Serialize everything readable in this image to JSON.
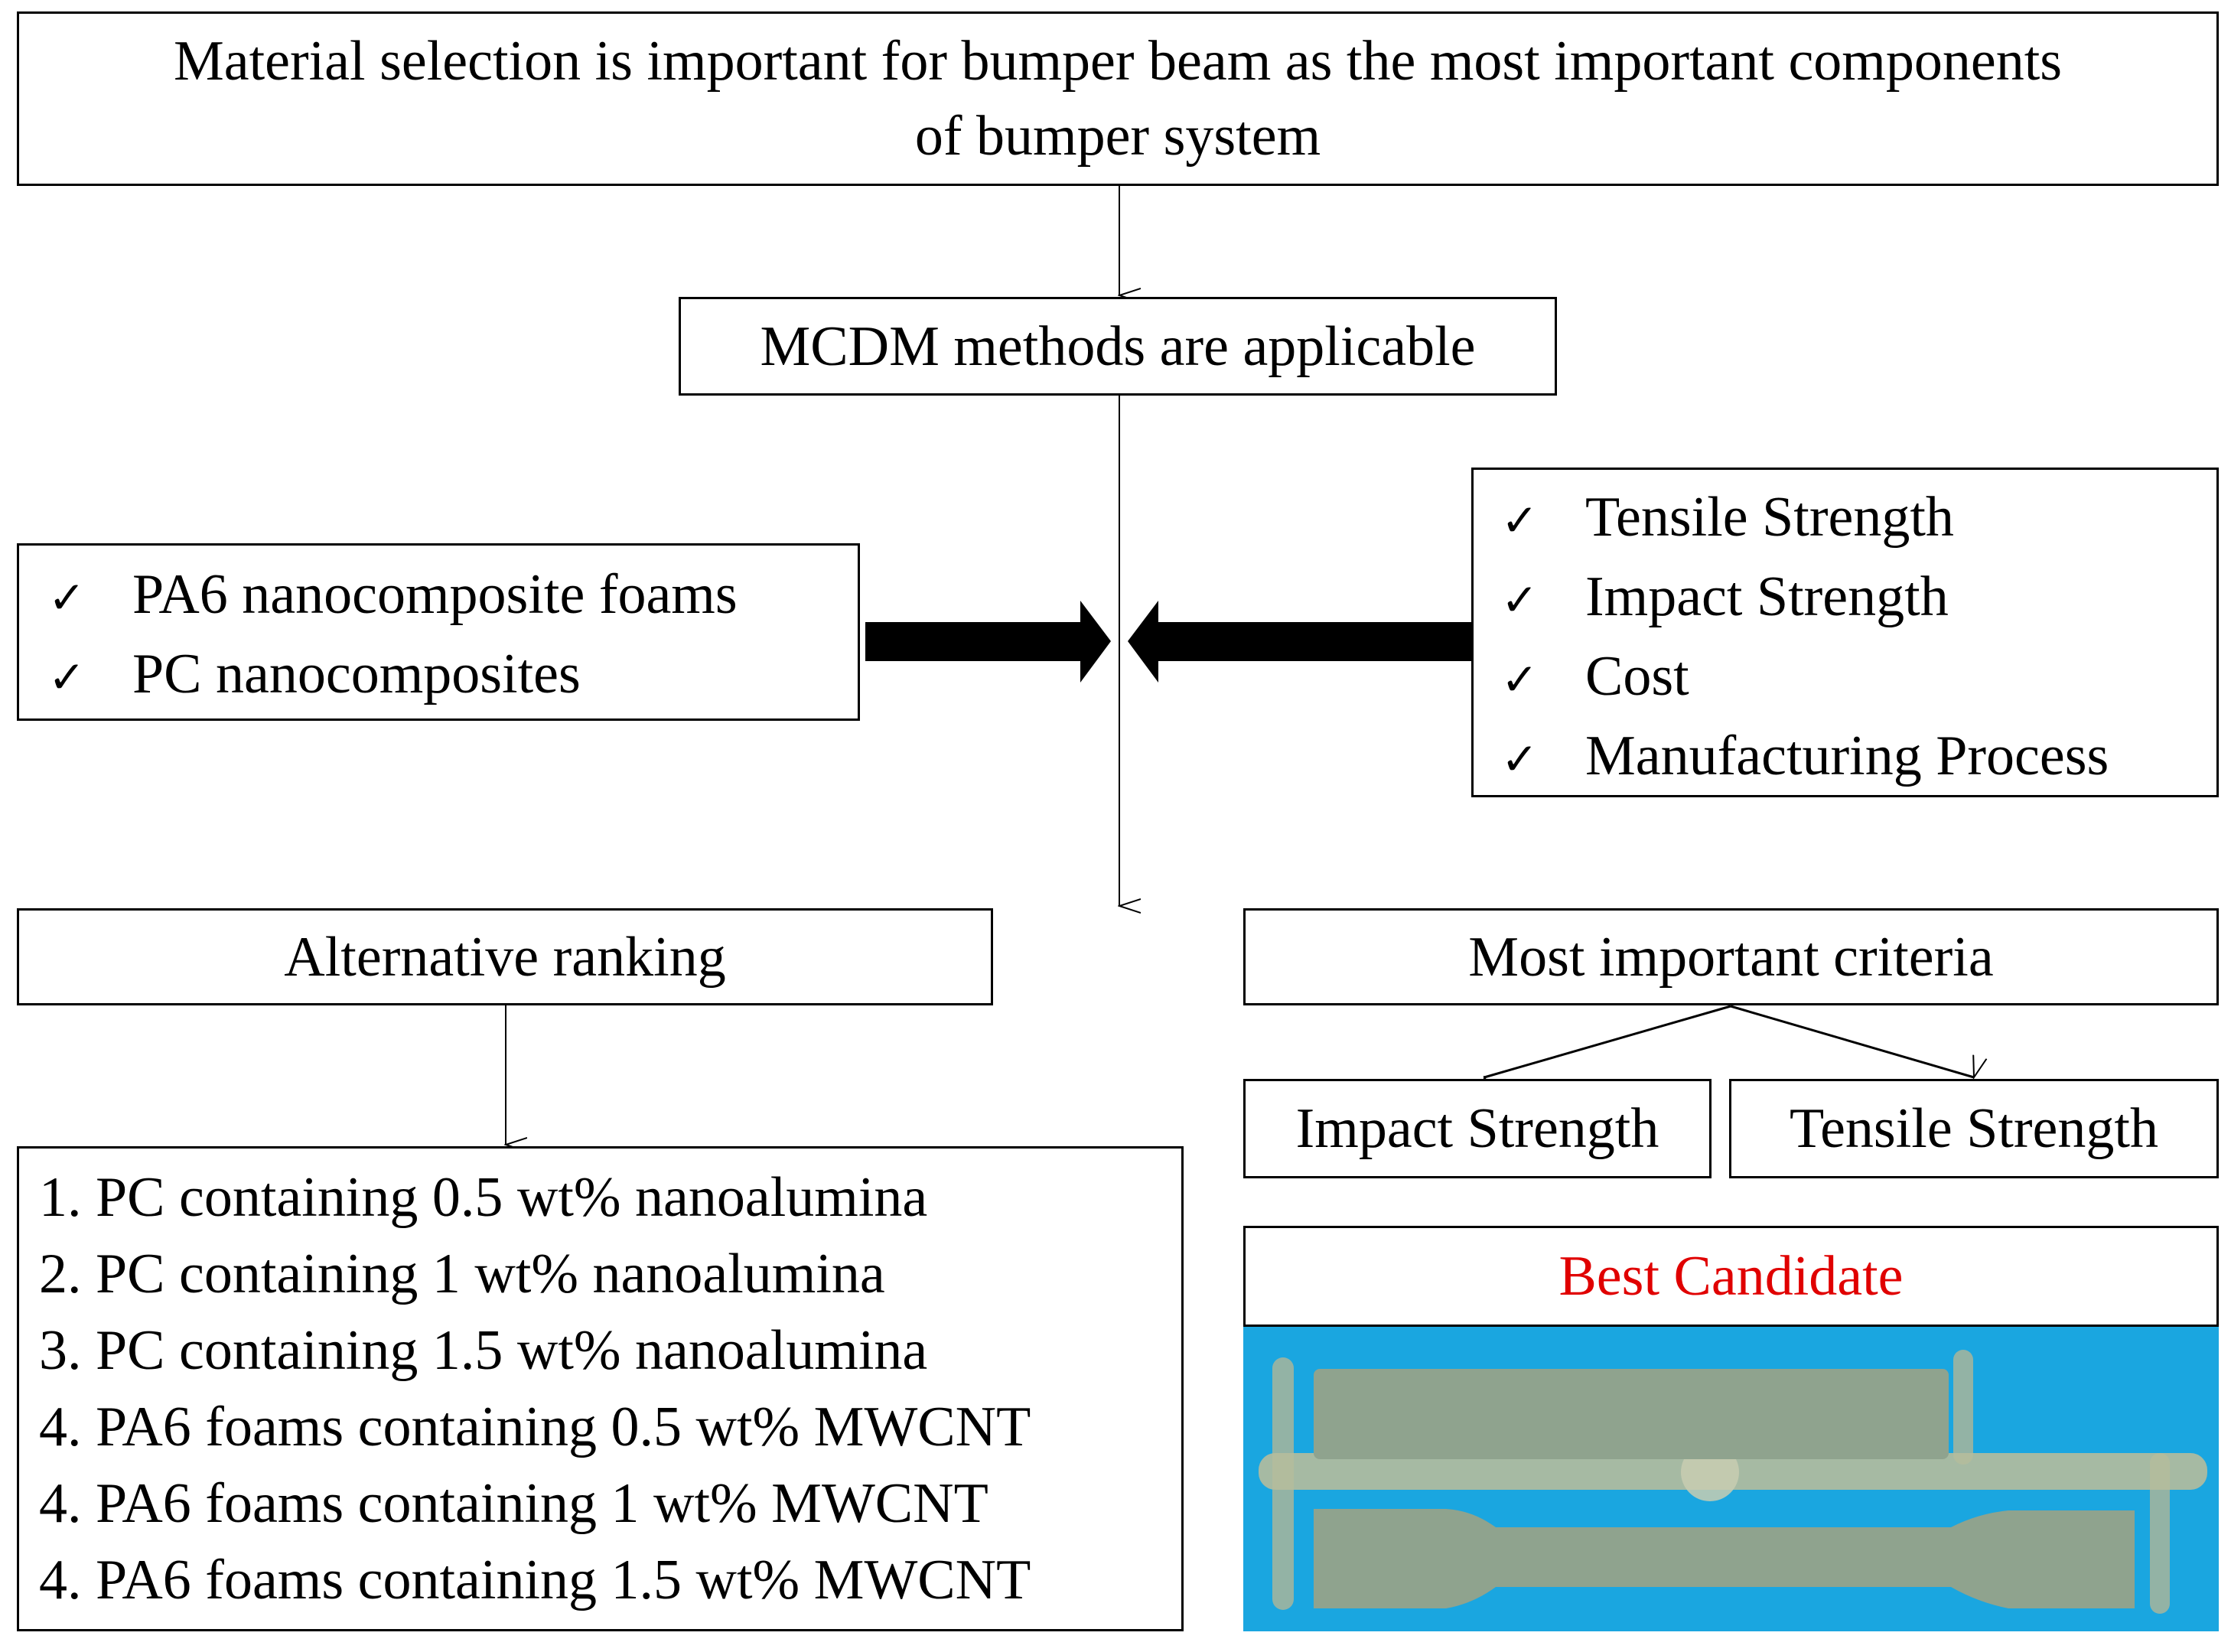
{
  "top_statement": {
    "line1": "Material selection is important for bumper beam as the most important components",
    "line2": "of bumper system"
  },
  "method_box": "MCDM methods are applicable",
  "alternatives": {
    "icon": "check-icon",
    "items": [
      "PA6 nanocomposite foams",
      "PC nanocomposites"
    ]
  },
  "criteria": {
    "icon": "check-icon",
    "items": [
      "Tensile Strength",
      "Impact Strength",
      "Cost",
      "Manufacturing Process"
    ]
  },
  "alternative_ranking": {
    "title": "Alternative ranking",
    "items": [
      "1. PC containing 0.5 wt% nanoalumina",
      "2. PC containing 1 wt% nanoalumina",
      "3. PC containing 1.5 wt% nanoalumina",
      "4. PA6 foams containing 0.5 wt% MWCNT",
      "4. PA6 foams containing 1 wt% MWCNT",
      "4. PA6 foams containing 1.5 wt% MWCNT"
    ]
  },
  "most_important_criteria": {
    "title": "Most important criteria",
    "items": [
      "Impact Strength",
      "Tensile Strength"
    ]
  },
  "best_candidate": {
    "title": "Best Candidate",
    "title_color": "#e00000",
    "photo_background": "#1aa6e0",
    "photo_description": "Molded transparent specimens: rectangular impact bar and dog-bone tensile bar on runner"
  }
}
